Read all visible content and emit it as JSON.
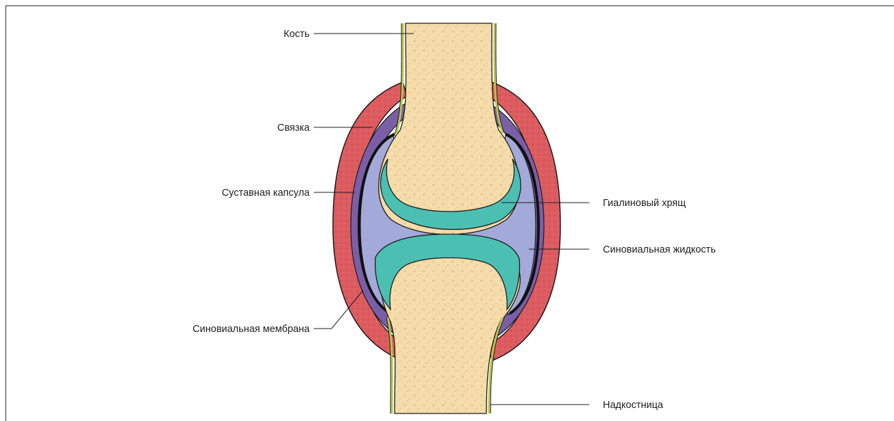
{
  "labels": {
    "bone": "Кость",
    "ligament": "Связка",
    "joint_capsule": "Суставная капсула",
    "synovial_membrane": "Синовиальная мембрана",
    "hyaline_cartilage": "Гиалиновый хрящ",
    "synovial_fluid": "Синовиальная жидкость",
    "periosteum": "Надкостница"
  },
  "colors": {
    "bone": "#f4d9a6",
    "bone_texture": "#e8bf82",
    "ligament": "#d9535a",
    "capsule": "#7b5fa6",
    "synovial_fluid": "#9aa6d6",
    "cartilage": "#4cbfb3",
    "periosteum": "#b8c94a",
    "outline": "#1a1a1a"
  }
}
